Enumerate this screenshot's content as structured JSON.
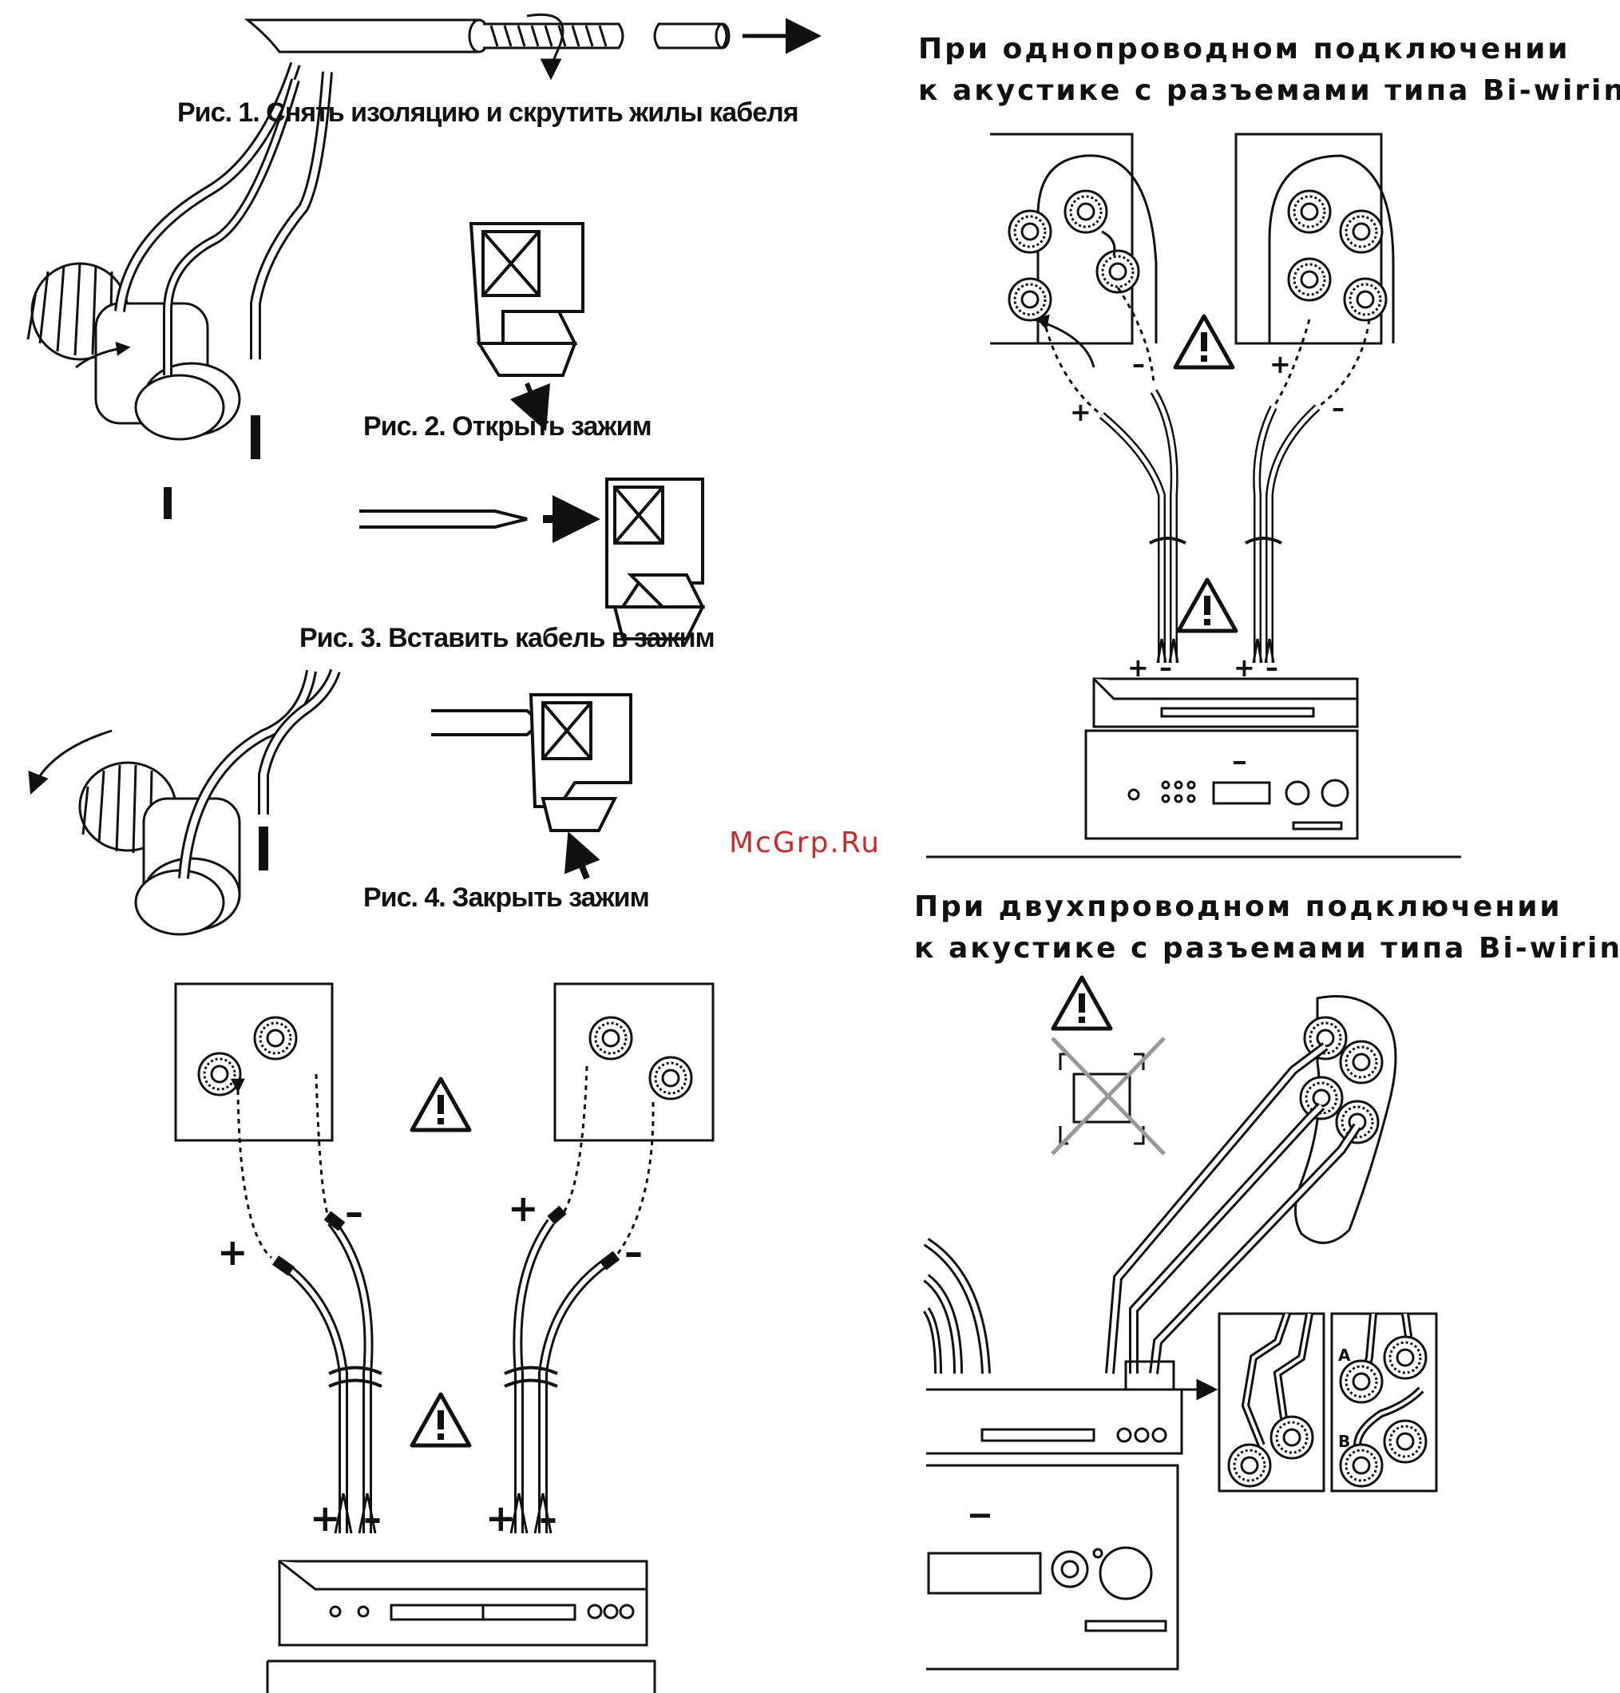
{
  "figures": [
    {
      "id": "fig1",
      "caption": "Рис. 1. Снять изоляцию и скрутить жилы кабеля"
    },
    {
      "id": "fig2",
      "caption": "Рис. 2. Открыть зажим"
    },
    {
      "id": "fig3",
      "caption": "Рис. 3. Вставить кабель в зажим"
    },
    {
      "id": "fig4",
      "caption": "Рис. 4. Закрыть зажим"
    }
  ],
  "single_wire": {
    "heading_line1": "При однопроводном подключении",
    "heading_line2": "к акустике с разъемами типа Bi-wiring"
  },
  "bi_wire": {
    "heading_line1": "При двухпроводном подключении",
    "heading_line2": "к акустике с разъемами типа Bi-wiring",
    "terminal_label_a": "A",
    "terminal_label_b": "B"
  },
  "polarity": {
    "plus": "+",
    "minus": "–"
  },
  "watermark": "McGrp.Ru",
  "colors": {
    "line": "#111111",
    "watermark": "#cc2b2b",
    "background": "#ffffff"
  }
}
